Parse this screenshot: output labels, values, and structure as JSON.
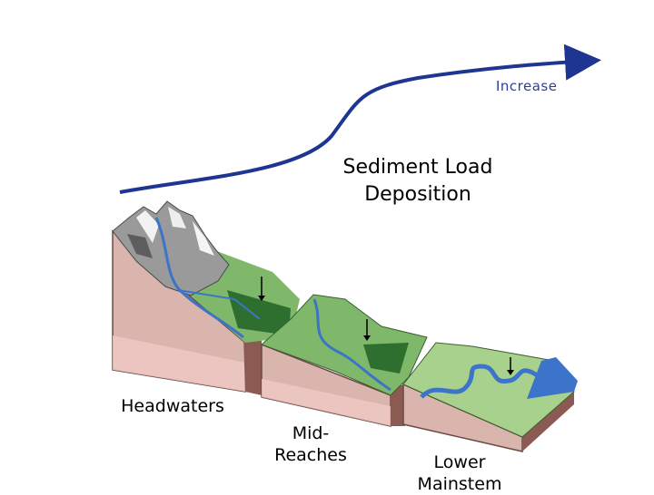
{
  "trend": {
    "label": "Increase",
    "color": "#1e3591"
  },
  "title": {
    "line1": "Sediment Load",
    "line2": "Deposition"
  },
  "zones": [
    {
      "line1": "Headwaters",
      "line2": ""
    },
    {
      "line1": "Mid-",
      "line2": "Reaches"
    },
    {
      "line1": "Lower",
      "line2": "Mainstem"
    }
  ],
  "colors": {
    "soil": "#d9b5ad",
    "soil_dark": "#b98a80",
    "grass": "#7fb86a",
    "grass_dark": "#2e6f2f",
    "water": "#3c74c9",
    "rock": "#8f8f8f"
  }
}
